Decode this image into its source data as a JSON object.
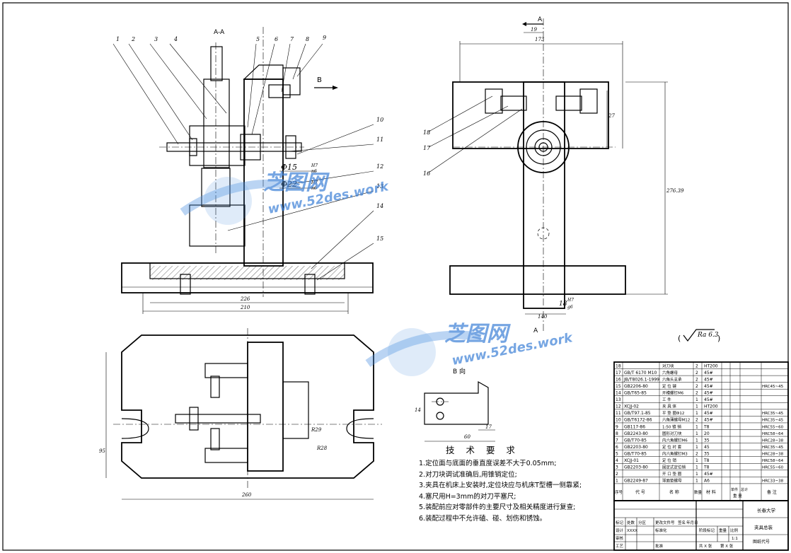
{
  "section_label": "A-A",
  "view_b_arrow": "B",
  "view_a_top": "A",
  "view_a_bottom": "A",
  "b_view_title": "B 向",
  "roughness": "Ra 6.3",
  "part_callouts": [
    "1",
    "2",
    "3",
    "4",
    "5",
    "6",
    "7",
    "8",
    "9",
    "10",
    "11",
    "12",
    "13",
    "14",
    "15",
    "16",
    "17",
    "18"
  ],
  "dims": {
    "d226": "226",
    "d210": "210",
    "d19": "19",
    "d173": "173",
    "d27": "27",
    "d27639": "276.39",
    "d18fit": "18",
    "fitH7": "H7",
    "fitg6": "g6",
    "d140": "140",
    "d95": "95",
    "d260": "260",
    "r28": "R28",
    "r29": "R29",
    "d14": "14",
    "d17": "17",
    "d60": "60",
    "phi15": "Φ15",
    "phi22": "Φ22",
    "fitH7a": "H7",
    "fitn6a": "n6",
    "fitH7b": "H7",
    "fitn6b": "n6"
  },
  "tech": {
    "title": "技 术 要 求",
    "items": [
      "1.定位面与底面的垂直度误差不大于0.05mm;",
      "2.对刀块调试准确后,用锥销定位;",
      "3.夹具在机床上安装时,定位块应与机床T型槽一侧靠紧;",
      "4.塞尺用H=3mm的对刀平塞尺;",
      "5.装配前应对零部件的主要尺寸及相关精度进行复查;",
      "6.装配过程中不允许磕、碰、划伤和锈蚀。"
    ]
  },
  "bom": [
    {
      "no": "18",
      "code": "",
      "name": "对刀块",
      "qty": "2",
      "mat": "HT200",
      "note": ""
    },
    {
      "no": "17",
      "code": "GB/T 6170 M10",
      "name": "六角螺母",
      "qty": "2",
      "mat": "45#",
      "note": ""
    },
    {
      "no": "16",
      "code": "JB/T8026.1-1999",
      "name": "六角头支承",
      "qty": "2",
      "mat": "45#",
      "note": ""
    },
    {
      "no": "15",
      "code": "GB2206-80",
      "name": "定 位 键",
      "qty": "2",
      "mat": "45#",
      "note": "HRC45~45"
    },
    {
      "no": "14",
      "code": "GB/T65-85",
      "name": "开槽螺钉M6",
      "qty": "2",
      "mat": "45#",
      "note": ""
    },
    {
      "no": "13",
      "code": "",
      "name": "工 件",
      "qty": "1",
      "mat": "45#",
      "note": ""
    },
    {
      "no": "12",
      "code": "XCJJ-02",
      "name": "夹 具 体",
      "qty": "1",
      "mat": "HT200",
      "note": ""
    },
    {
      "no": "11",
      "code": "GB/T97.1-85",
      "name": "平 垫 圈Φ12",
      "qty": "1",
      "mat": "45#",
      "note": "HRC35~45"
    },
    {
      "no": "10",
      "code": "GB/T6172-86",
      "name": "六角薄螺母M12",
      "qty": "2",
      "mat": "45#",
      "note": "HRC35~45"
    },
    {
      "no": "9",
      "code": "GB117-86",
      "name": "1:50 锥 销",
      "qty": "1",
      "mat": "T8",
      "note": "HRC55~60"
    },
    {
      "no": "8",
      "code": "GB2243-80",
      "name": "圆形对刀块",
      "qty": "1",
      "mat": "20",
      "note": "HRC58~64"
    },
    {
      "no": "7",
      "code": "GB/T70-85",
      "name": "内六角螺钉M6",
      "qty": "1",
      "mat": "35",
      "note": "HRC28~38"
    },
    {
      "no": "6",
      "code": "GB2203-80",
      "name": "定 位 衬 套",
      "qty": "1",
      "mat": "45",
      "note": "HRC35~45"
    },
    {
      "no": "5",
      "code": "GB/T70-85",
      "name": "内六角螺钉M3",
      "qty": "2",
      "mat": "35",
      "note": "HRC28~38"
    },
    {
      "no": "4",
      "code": "XCJJ-01",
      "name": "定 位 销",
      "qty": "1",
      "mat": "T8",
      "note": "HRC58~64"
    },
    {
      "no": "3",
      "code": "GB2203-80",
      "name": "固定式定位销",
      "qty": "1",
      "mat": "T8",
      "note": "HRC55~60"
    },
    {
      "no": "2",
      "code": "",
      "name": "开 口 垫 圈",
      "qty": "1",
      "mat": "45#",
      "note": ""
    },
    {
      "no": "1",
      "code": "GB2249-87",
      "name": "球面垫螺母",
      "qty": "1",
      "mat": "A6",
      "note": "HRC33~38"
    }
  ],
  "bom_header": {
    "no": "序号",
    "code": "代 号",
    "name": "名 称",
    "qty": "数量",
    "mat": "材 料",
    "unit": "单件",
    "total": "总计",
    "weight": "重 量",
    "note": "备 注"
  },
  "title_block": {
    "mark": "标记",
    "count": "处数",
    "zone": "分区",
    "change_doc": "更改文件号",
    "sign": "签名",
    "date": "年月日",
    "design": "设计",
    "design_name": "XXXX",
    "standard": "标准化",
    "stage": "阶段标记",
    "weight": "重量",
    "ratio": "比例",
    "ratio_val": "1:1",
    "review": "审核",
    "process": "工艺",
    "approve": "批准",
    "sheets": "共 X 张",
    "sheet": "第 X 张",
    "school": "长春大学",
    "drawing_name": "夹具总装",
    "drawing_no": "图纸代号"
  },
  "watermark": {
    "brand": "芝图网",
    "url": "www.52des.work",
    "color": "#3b7fd6"
  }
}
